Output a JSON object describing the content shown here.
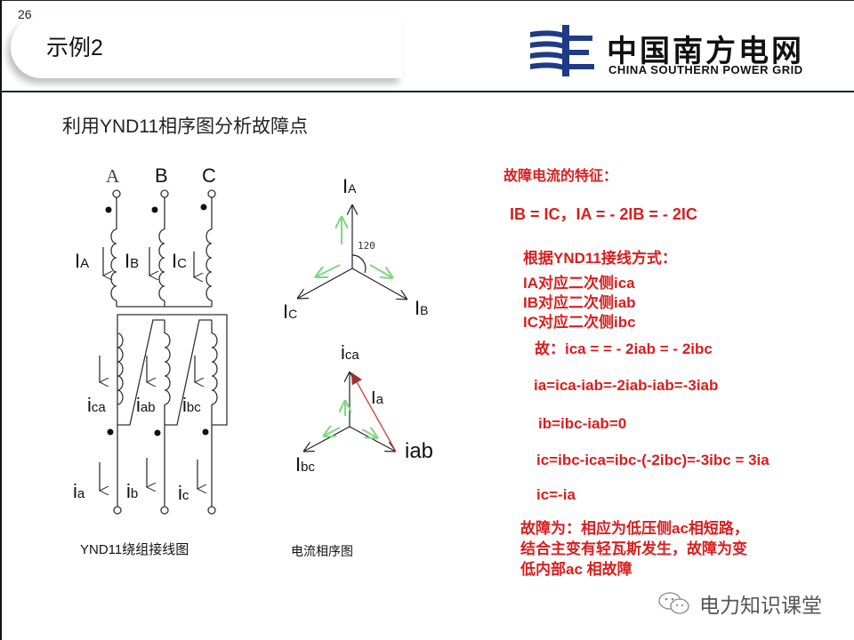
{
  "slide": {
    "page_number": "26",
    "title": "示例2",
    "subtitle": "利用YND11相序图分析故障点"
  },
  "logo": {
    "name_cn": "中国南方电网",
    "name_en": "CHINA SOUTHERN POWER GRID",
    "color": "#1f3b86"
  },
  "winding_diagram": {
    "caption": "YND11绕组接线图",
    "primary_terminals": [
      "A",
      "B",
      "C"
    ],
    "primary_currents": [
      {
        "main": "I",
        "sub": "A"
      },
      {
        "main": "I",
        "sub": "B"
      },
      {
        "main": "I",
        "sub": "C"
      }
    ],
    "secondary_winding_currents": [
      {
        "main": "i",
        "sub": "ca"
      },
      {
        "main": "i",
        "sub": "ab"
      },
      {
        "main": "i",
        "sub": "bc"
      }
    ],
    "secondary_line_currents": [
      {
        "main": "i",
        "sub": "a"
      },
      {
        "main": "i",
        "sub": "b"
      },
      {
        "main": "i",
        "sub": "c"
      }
    ]
  },
  "phasor_diagram": {
    "caption": "电流相序图",
    "top": {
      "labels": [
        {
          "main": "I",
          "sub": "A"
        },
        {
          "main": "I",
          "sub": "B"
        },
        {
          "main": "I",
          "sub": "C"
        }
      ],
      "angle_label": "120"
    },
    "bottom": {
      "labels": [
        {
          "main": "i",
          "sub": "ca"
        },
        {
          "main": "I",
          "sub": "bc"
        },
        {
          "main": "iab",
          "sub": ""
        },
        {
          "main": "I",
          "sub": "a"
        }
      ]
    },
    "colors": {
      "phasor": "#222222",
      "sequence_arrow": "#7ed87e",
      "fault": "#d04040"
    }
  },
  "analysis": {
    "color": "#d91e1e",
    "heading": "故障电流的特征：",
    "feature_eq": "IB = IC，IA =  - 2IB =  - 2IC",
    "basis_heading": "根据YND11接线方式：",
    "mapping": [
      "IA对应二次侧ica",
      "IB对应二次侧iab",
      "IC对应二次侧ibc"
    ],
    "conclusion": "故：ica = =  - 2iab =  - 2ibc",
    "equations": [
      "ia=ica-iab=-2iab-iab=-3iab",
      "ib=ibc-iab=0",
      "ic=ibc-ica=ibc-(-2ibc)=-3ibc = 3ia",
      "ic=-ia"
    ],
    "fault_result": [
      "故障为：相应为低压侧ac相短路，",
      "结合主变有轻瓦斯发生，故障为变",
      "低内部ac 相故障"
    ]
  },
  "watermark": {
    "icon": "wechat-icon",
    "text": "电力知识课堂"
  }
}
